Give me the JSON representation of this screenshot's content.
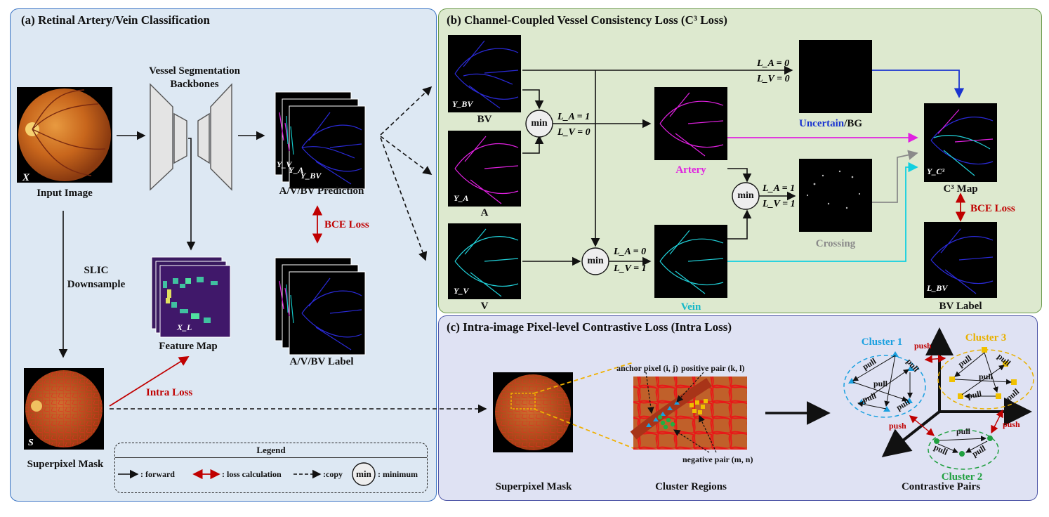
{
  "panels": {
    "a": {
      "title": "(a) Retinal Artery/Vein Classification"
    },
    "b": {
      "title": "(b) Channel-Coupled Vessel Consistency Loss (C³ Loss)"
    },
    "c": {
      "title": "(c) Intra-image Pixel-level Contrastive Loss (Intra Loss)"
    }
  },
  "panel_a": {
    "input_image": "Input Image",
    "input_symbol": "X",
    "backbone_line1": "Vessel Segmentation",
    "backbone_line2": "Backbones",
    "prediction": "A/V/BV Prediction",
    "pred_symbols": [
      "Y_V",
      "Y_A",
      "Y_BV"
    ],
    "bce_loss": "BCE Loss",
    "label": "A/V/BV Label",
    "slic_line1": "SLIC",
    "slic_line2": "Downsample",
    "feature_map": "Feature Map",
    "feature_symbol": "X_L",
    "intra_loss": "Intra Loss",
    "superpixel_mask": "Superpixel Mask",
    "superpixel_symbol": "S"
  },
  "legend": {
    "title": "Legend",
    "forward": ": forward",
    "loss_calc": ": loss calculation",
    "copy": ":copy",
    "min_symbol": "min",
    "minimum": ": minimum"
  },
  "panel_b": {
    "bv": "BV",
    "bv_symbol": "Y_BV",
    "a": "A",
    "a_symbol": "Y_A",
    "v": "V",
    "v_symbol": "Y_V",
    "min_label": "min",
    "la0_lv0_top": [
      "L_A = 0",
      "L_V = 0"
    ],
    "la1_lv0": [
      "L_A = 1",
      "L_V = 0"
    ],
    "la0_lv1": [
      "L_A = 0",
      "L_V = 1"
    ],
    "la1_lv1": [
      "L_A = 1",
      "L_V = 1"
    ],
    "uncertain": "Uncertain",
    "bg": "/BG",
    "artery": "Artery",
    "vein": "Vein",
    "crossing": "Crossing",
    "c3_map": "C³ Map",
    "c3_symbol": "Y_C³",
    "bce_loss": "BCE Loss",
    "bv_label": "BV Label",
    "bv_label_symbol": "L_BV"
  },
  "panel_c": {
    "superpixel_mask": "Superpixel Mask",
    "cluster_regions": "Cluster Regions",
    "contrastive_pairs": "Contrastive Pairs",
    "anchor": "anchor pixel (i, j)",
    "positive": "positive pair (k, l)",
    "negative": "negative pair (m, n)",
    "cluster1": "Cluster 1",
    "cluster2": "Cluster 2",
    "cluster3": "Cluster 3",
    "pull": "pull",
    "push": "push"
  },
  "colors": {
    "artery": "#e020e0",
    "vein": "#12b8c8",
    "bv": "#1a34d0",
    "loss": "#c00000",
    "crossing": "#8a8a8a",
    "cluster1": "#1aa0e0",
    "cluster2": "#20a040",
    "cluster3": "#e8b000"
  }
}
